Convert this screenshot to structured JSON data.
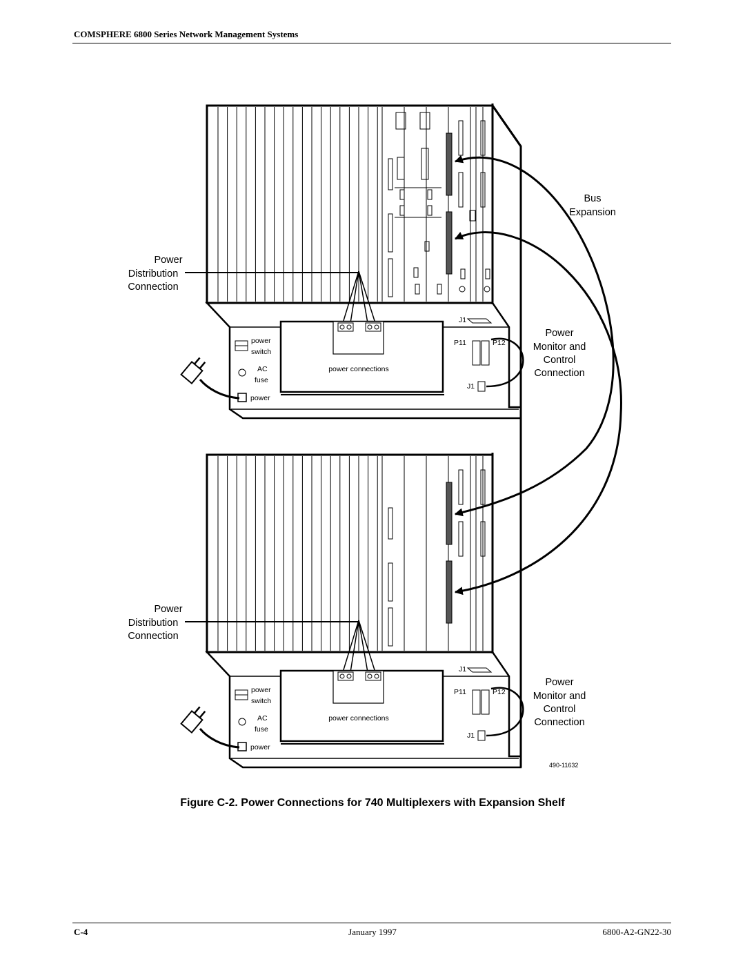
{
  "header": {
    "title": "COMSPHERE 6800 Series Network Management Systems"
  },
  "figure": {
    "caption": "Figure C-2. Power Connections for 740 Multiplexers with Expansion Shelf",
    "figure_number": "490-11632",
    "bus_label": [
      "Bus",
      "Expansion"
    ],
    "upper": {
      "pdc_label": [
        "Power",
        "Distribution",
        "Connection"
      ],
      "pmc_label": [
        "Power",
        "Monitor and",
        "Control",
        "Connection"
      ],
      "power_switch": [
        "power",
        "switch"
      ],
      "ac_fuse": [
        "AC",
        "fuse"
      ],
      "power_inlet": "power",
      "power_connections": "power connections",
      "j1_top": "J1",
      "p11": "P11",
      "p12": "P12",
      "j1_bottom": "J1"
    },
    "lower": {
      "pdc_label": [
        "Power",
        "Distribution",
        "Connection"
      ],
      "pmc_label": [
        "Power",
        "Monitor and",
        "Control",
        "Connection"
      ],
      "power_switch": [
        "power",
        "switch"
      ],
      "ac_fuse": [
        "AC",
        "fuse"
      ],
      "power_inlet": "power",
      "power_connections": "power connections",
      "j1_top": "J1",
      "p11": "P11",
      "p12": "P12",
      "j1_bottom": "J1"
    }
  },
  "footer": {
    "page": "C-4",
    "date": "January 1997",
    "doc_id": "6800-A2-GN22-30"
  }
}
